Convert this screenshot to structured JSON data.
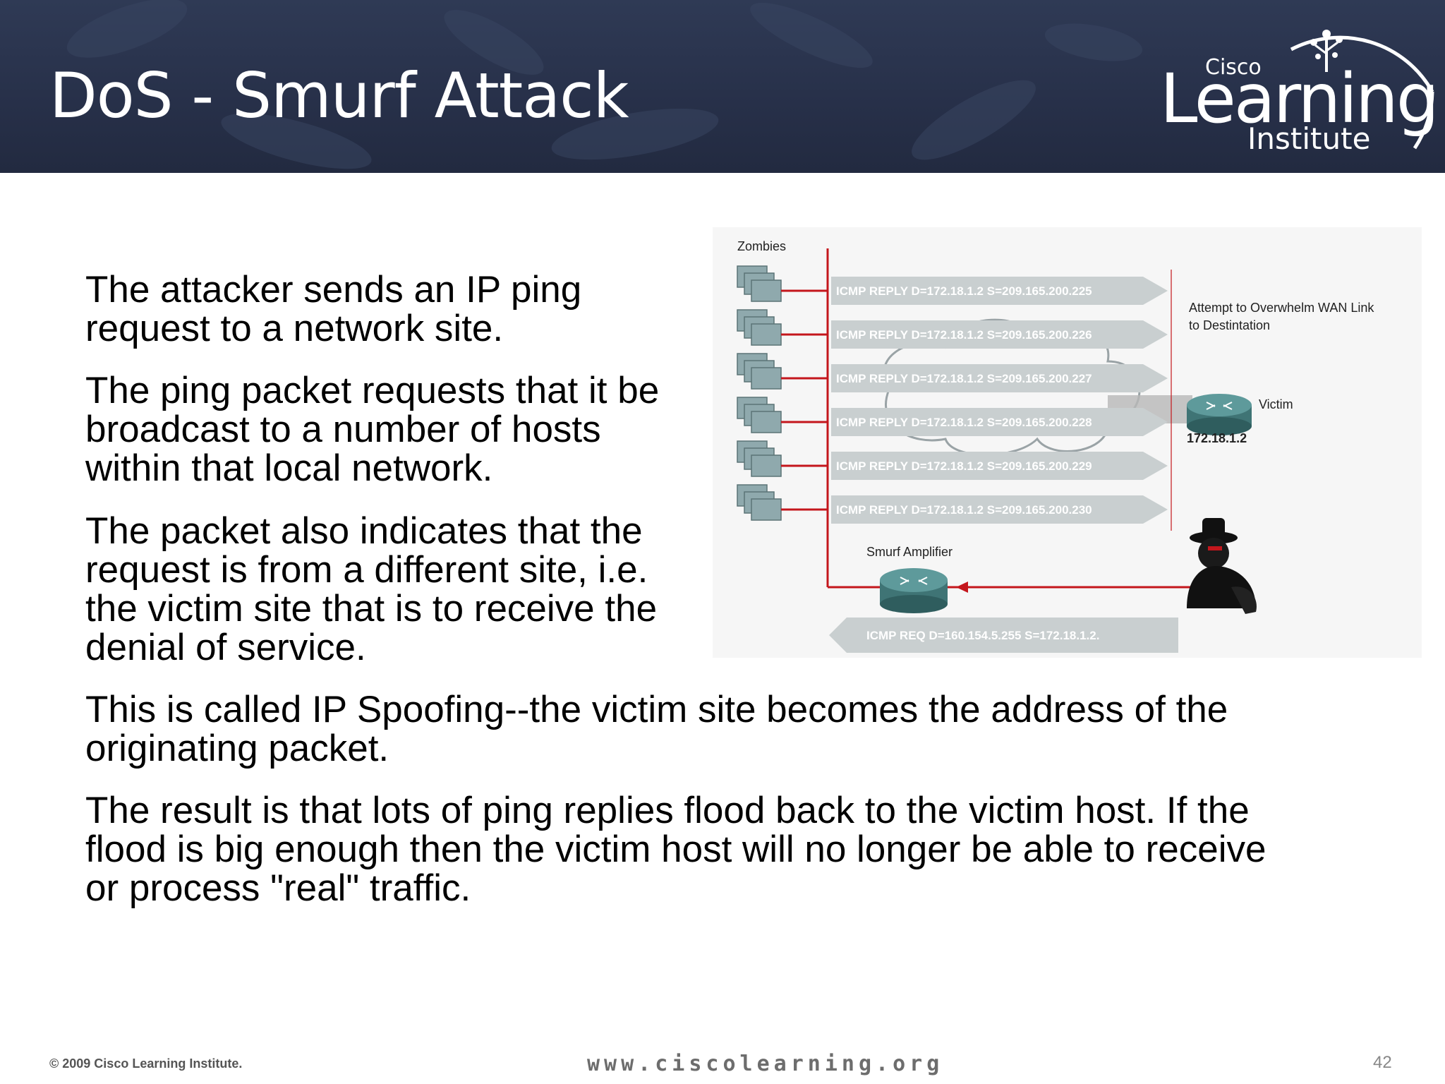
{
  "slide": {
    "title": "DoS - Smurf Attack",
    "paragraphs": [
      "The attacker sends an IP ping request to a network site.",
      "The ping packet requests that it be broadcast to a number of hosts within that local network.",
      "The packet also indicates that the request is from a different site, i.e. the victim site that is to receive the denial of service.",
      "This is called IP Spoofing--the victim site becomes the address of the originating packet.",
      "The result is that lots of ping replies flood back to the victim host. If the flood is big enough then the victim host will no longer be able to receive or process \"real\" traffic."
    ]
  },
  "logo": {
    "cisco": "Cisco",
    "learning": "Learning",
    "institute": "Institute"
  },
  "diagram": {
    "zombies_label": "Zombies",
    "replies": [
      "ICMP REPLY D=172.18.1.2 S=209.165.200.225",
      "ICMP REPLY D=172.18.1.2 S=209.165.200.226",
      "ICMP REPLY D=172.18.1.2 S=209.165.200.227",
      "ICMP REPLY D=172.18.1.2 S=209.165.200.228",
      "ICMP REPLY D=172.18.1.2 S=209.165.200.229",
      "ICMP REPLY D=172.18.1.2 S=209.165.200.230"
    ],
    "wan_note_line1": "Attempt to Overwhelm WAN Link",
    "wan_note_line2": "to Destintation",
    "victim_label": "Victim",
    "victim_ip": "172.18.1.2",
    "amplifier_label": "Smurf Amplifier",
    "request": "ICMP REQ D=160.154.5.255 S=172.18.1.2.",
    "colors": {
      "arrow_fill": "#c9cfd0",
      "red_line": "#c4161c",
      "router": "#4f8a8b"
    }
  },
  "footer": {
    "copyright": "© 2009 Cisco Learning Institute.",
    "url": "www.ciscolearning.org",
    "page_number": "42"
  }
}
